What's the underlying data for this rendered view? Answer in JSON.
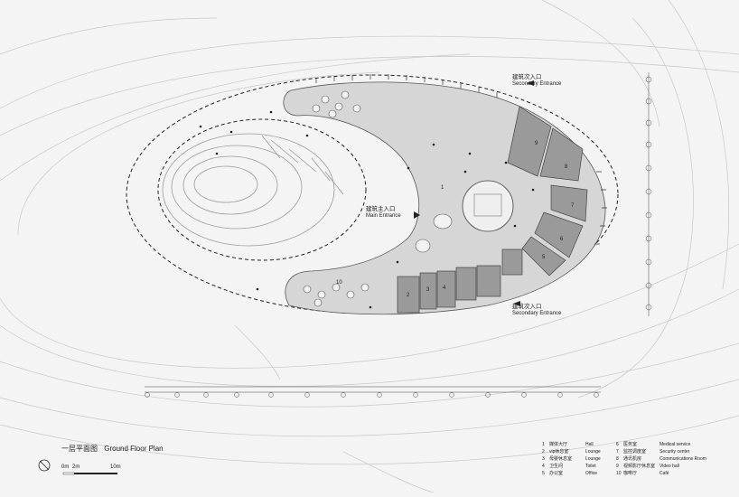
{
  "title": {
    "cn": "一层平面图",
    "en": "Ground Floor Plan"
  },
  "scale_bar": {
    "labels": [
      "0m",
      "2m",
      "10m"
    ]
  },
  "entrances": {
    "main": {
      "cn": "建筑主入口",
      "en": "Main Entrance"
    },
    "secondary_top": {
      "cn": "建筑次入口",
      "en": "Secondary Entrance"
    },
    "secondary_bottom": {
      "cn": "建筑次入口",
      "en": "Secondary Entrance"
    }
  },
  "legend": [
    {
      "num": "1",
      "cn": "媒体大厅",
      "en": "Hall"
    },
    {
      "num": "2",
      "cn": "vip休息室",
      "en": "Lounge"
    },
    {
      "num": "3",
      "cn": "母婴休息室",
      "en": "Lounge"
    },
    {
      "num": "4",
      "cn": "卫生间",
      "en": "Toilet"
    },
    {
      "num": "5",
      "cn": "办公室",
      "en": "Office"
    },
    {
      "num": "6",
      "cn": "医务室",
      "en": "Medical service"
    },
    {
      "num": "7",
      "cn": "监控调度室",
      "en": "Security center"
    },
    {
      "num": "8",
      "cn": "通讯机房",
      "en": "Communications Room"
    },
    {
      "num": "9",
      "cn": "视频影厅休息室",
      "en": "Video hall"
    },
    {
      "num": "10",
      "cn": "咖啡厅",
      "en": "Café"
    }
  ],
  "room_numbers": [
    "1",
    "2",
    "3",
    "4",
    "5",
    "6",
    "7",
    "8",
    "9",
    "10"
  ],
  "colors": {
    "background": "#f4f4f4",
    "floor": "#d6d6d6",
    "rooms": "#9a9a9a",
    "lines": "#555555"
  }
}
